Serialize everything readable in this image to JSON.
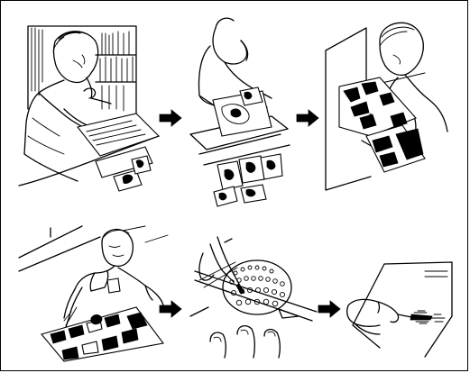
{
  "figure": {
    "background_color": "#ffffff",
    "ink_color": "#000000",
    "panels": [
      {
        "scene": "artist-sketching-at-desk"
      },
      {
        "scene": "artist-arranging-sketches"
      },
      {
        "scene": "artist-inking-drawing"
      },
      {
        "scene": "artist-painting-with-brush"
      },
      {
        "scene": "hands-using-circle-template"
      },
      {
        "scene": "hands-cutting-with-knife"
      }
    ],
    "arrows": [
      {
        "icon": "arrow-right-icon"
      },
      {
        "icon": "arrow-right-icon"
      },
      {
        "icon": "arrow-right-icon"
      },
      {
        "icon": "arrow-right-icon"
      }
    ]
  }
}
